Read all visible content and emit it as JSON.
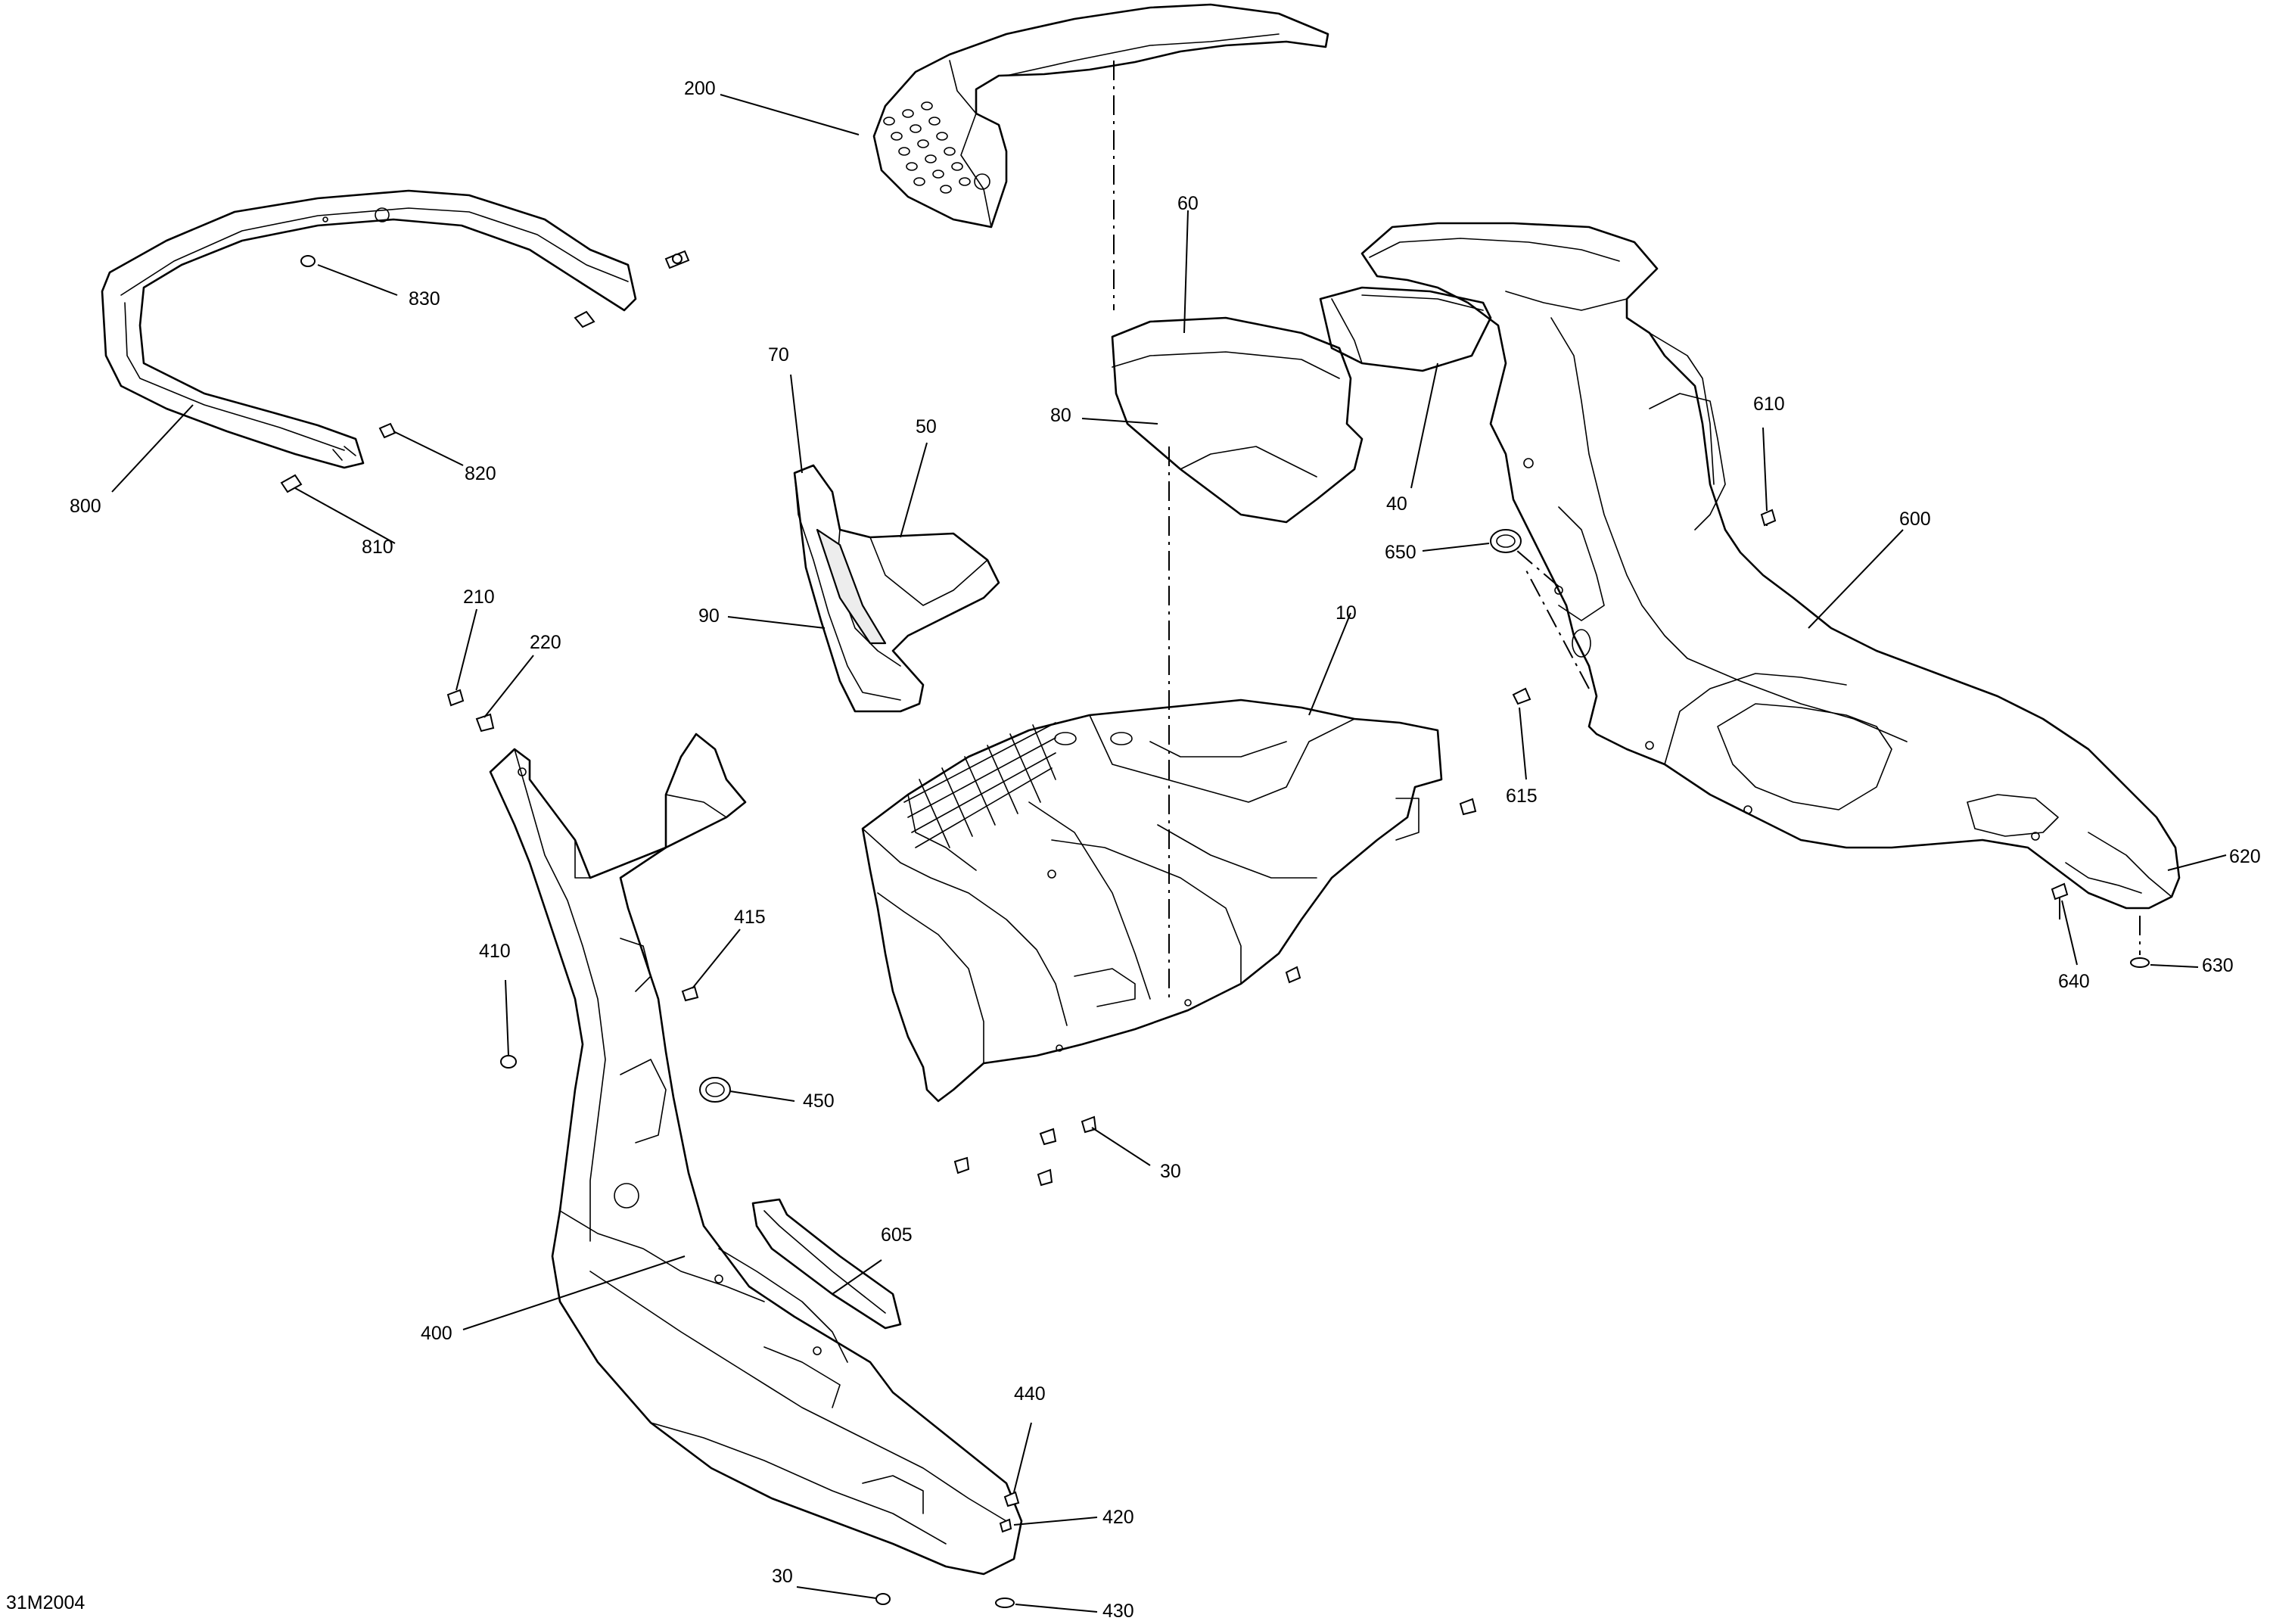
{
  "diagram": {
    "code": "31M2004",
    "callouts": {
      "c10": "10",
      "c30a": "30",
      "c30b": "30",
      "c40": "40",
      "c50": "50",
      "c60": "60",
      "c70": "70",
      "c80": "80",
      "c90": "90",
      "c200": "200",
      "c210": "210",
      "c220": "220",
      "c400": "400",
      "c410": "410",
      "c415": "415",
      "c420": "420",
      "c430": "430",
      "c440": "440",
      "c450": "450",
      "c600": "600",
      "c605": "605",
      "c610": "610",
      "c615": "615",
      "c620": "620",
      "c630": "630",
      "c640": "640",
      "c650": "650",
      "c800": "800",
      "c810": "810",
      "c820": "820",
      "c830": "830"
    }
  }
}
